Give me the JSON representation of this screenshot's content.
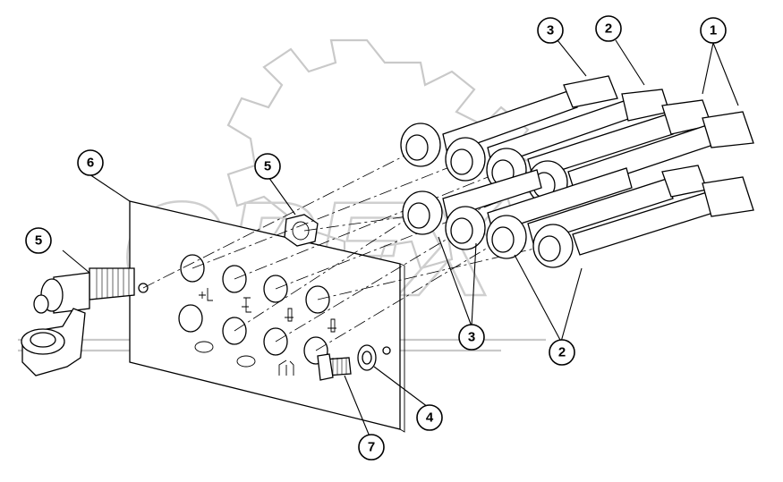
{
  "diagram": {
    "callouts": [
      {
        "id": "c1",
        "label": "1"
      },
      {
        "id": "c2",
        "label": "2"
      },
      {
        "id": "c3-top",
        "label": "3"
      },
      {
        "id": "c3-bottom",
        "label": "3"
      },
      {
        "id": "c2-bottom",
        "label": "2"
      },
      {
        "id": "c4",
        "label": "4"
      },
      {
        "id": "c5-left",
        "label": "5"
      },
      {
        "id": "c5-mid",
        "label": "5"
      },
      {
        "id": "c6",
        "label": "6"
      },
      {
        "id": "c7",
        "label": "7"
      }
    ],
    "watermark": {
      "text": "OPEX"
    }
  }
}
